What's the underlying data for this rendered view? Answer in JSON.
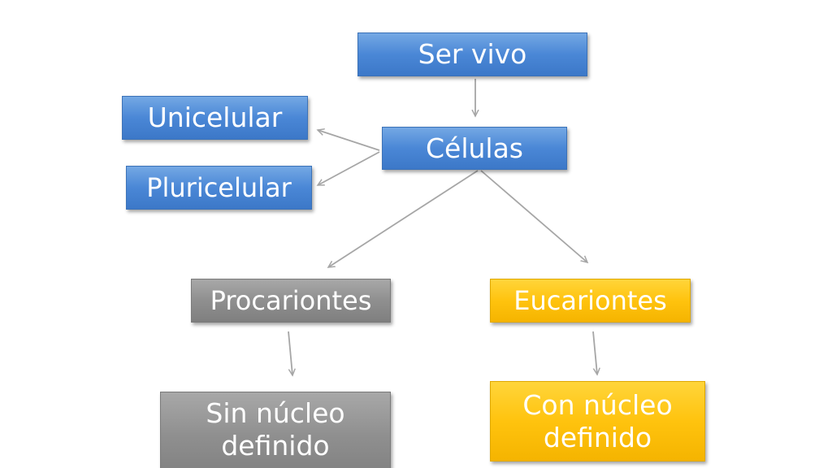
{
  "diagram": {
    "nodes": {
      "ser_vivo": "Ser vivo",
      "celulas": "Células",
      "unicelular": "Unicelular",
      "pluricelular": "Pluricelular",
      "procariontes": "Procariontes",
      "eucariontes": "Eucariontes",
      "sin_nucleo": [
        "Sin núcleo",
        "definido"
      ],
      "con_nucleo": [
        "Con núcleo",
        "definido"
      ]
    },
    "edges": [
      {
        "from": "Ser vivo",
        "to": "Células"
      },
      {
        "from": "Células",
        "to": "Unicelular"
      },
      {
        "from": "Células",
        "to": "Pluricelular"
      },
      {
        "from": "Células",
        "to": "Procariontes"
      },
      {
        "from": "Células",
        "to": "Eucariontes"
      },
      {
        "from": "Procariontes",
        "to": "Sin núcleo definido"
      },
      {
        "from": "Eucariontes",
        "to": "Con núcleo definido"
      }
    ],
    "colors": {
      "blue": "#4a87d6",
      "gray": "#8f8f8f",
      "gold": "#ffc30e",
      "arrow": "#a6a6a6",
      "text": "#ffffff"
    }
  }
}
